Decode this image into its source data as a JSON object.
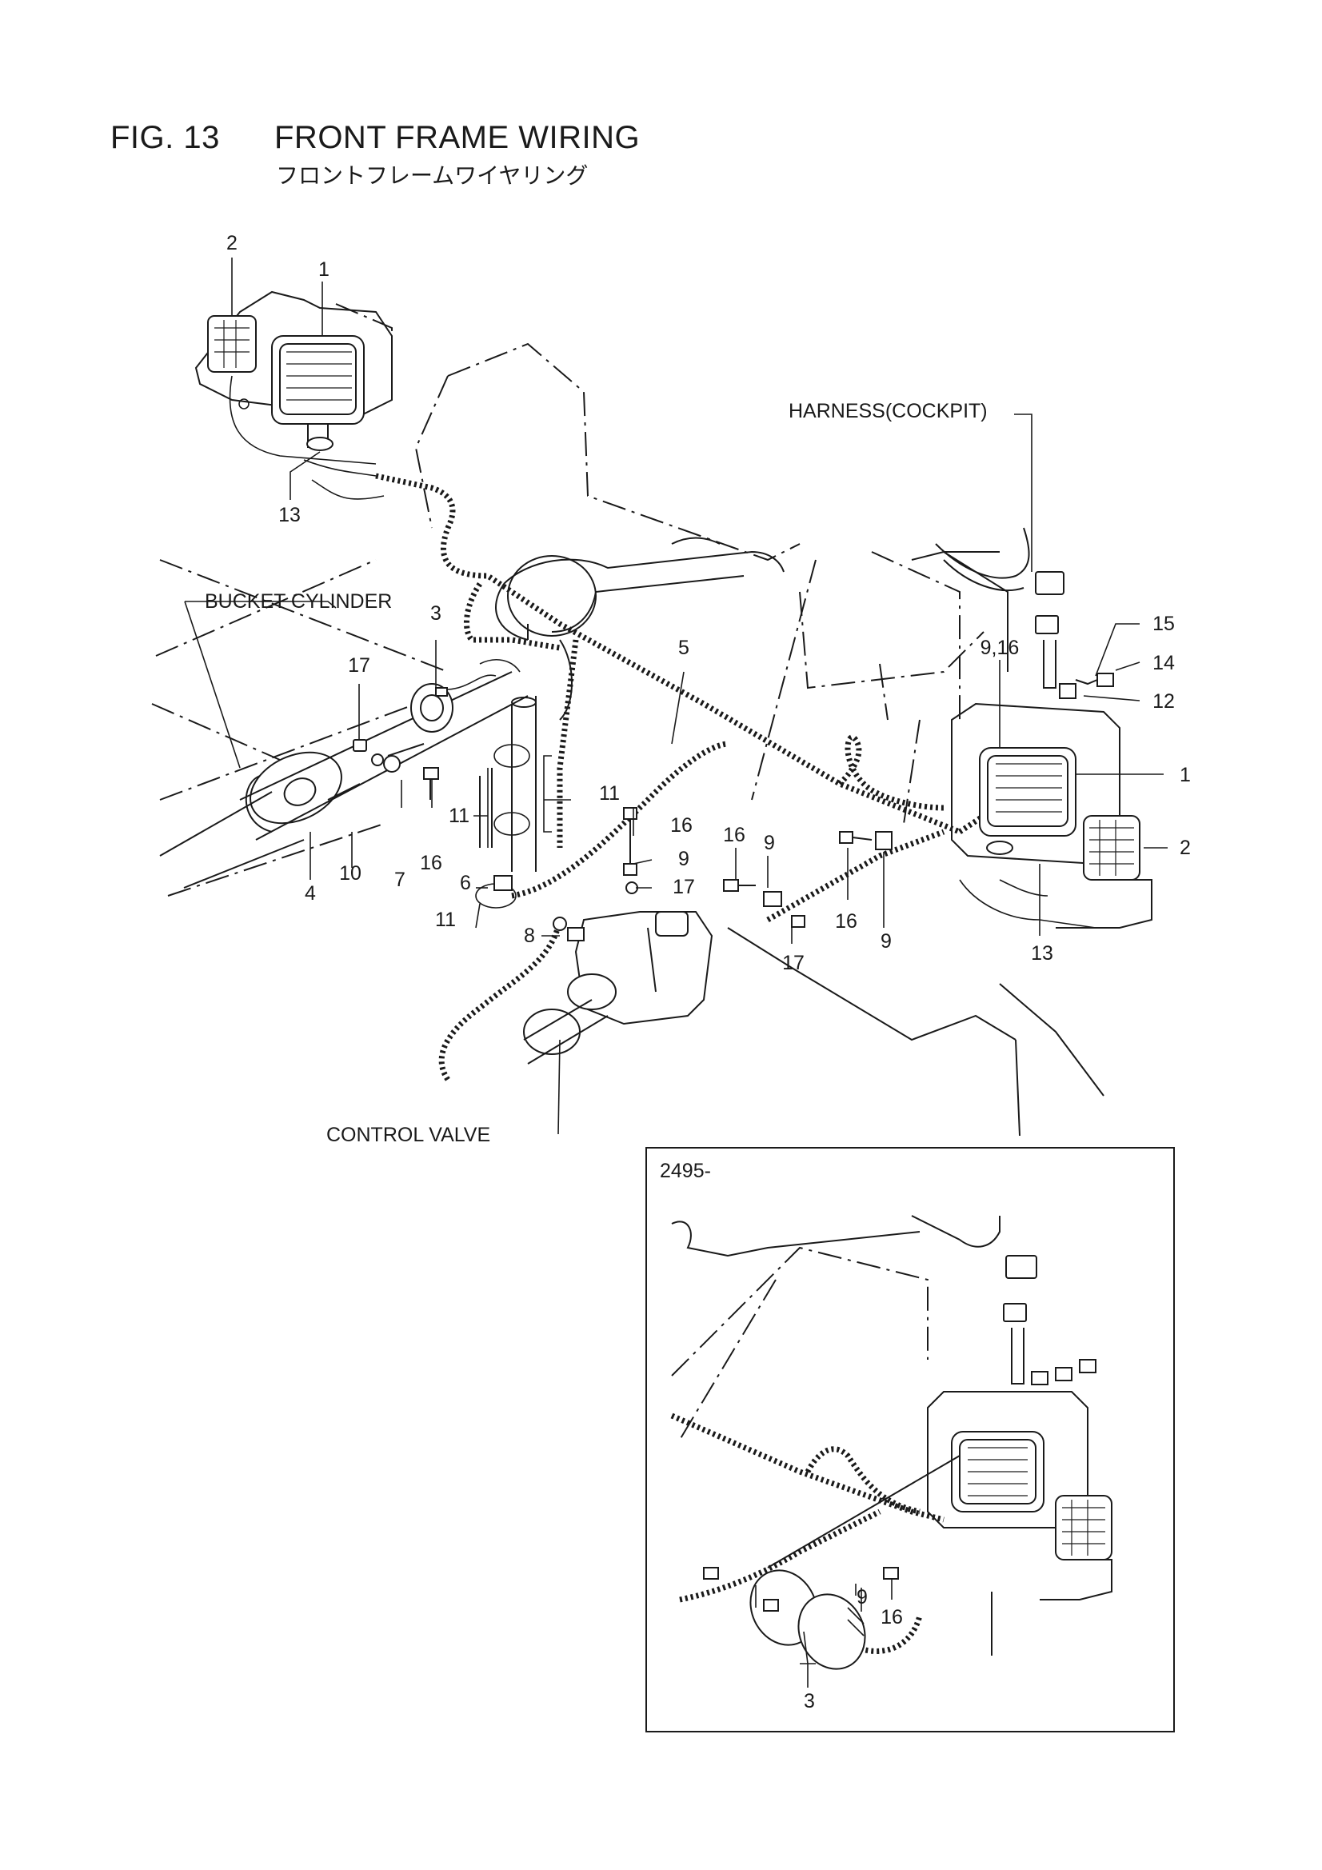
{
  "figure": {
    "number": "FIG. 13",
    "title": "FRONT FRAME WIRING",
    "title_jp": "フロントフレームワイヤリング"
  },
  "callouts": {
    "harness_cockpit": "HARNESS(COCKPIT)",
    "bucket_cylinder": "BUCKET CYLINDER",
    "control_valve": "CONTROL VALVE"
  },
  "inset": {
    "serial_label": "2495-"
  },
  "part_numbers": {
    "n1": "1",
    "n2": "2",
    "n3": "3",
    "n4": "4",
    "n5": "5",
    "n6": "6",
    "n7": "7",
    "n8": "8",
    "n9": "9",
    "n10": "10",
    "n11": "11",
    "n12": "12",
    "n13": "13",
    "n14": "14",
    "n15": "15",
    "n16": "16",
    "n17": "17",
    "n9_16": "9,16"
  }
}
